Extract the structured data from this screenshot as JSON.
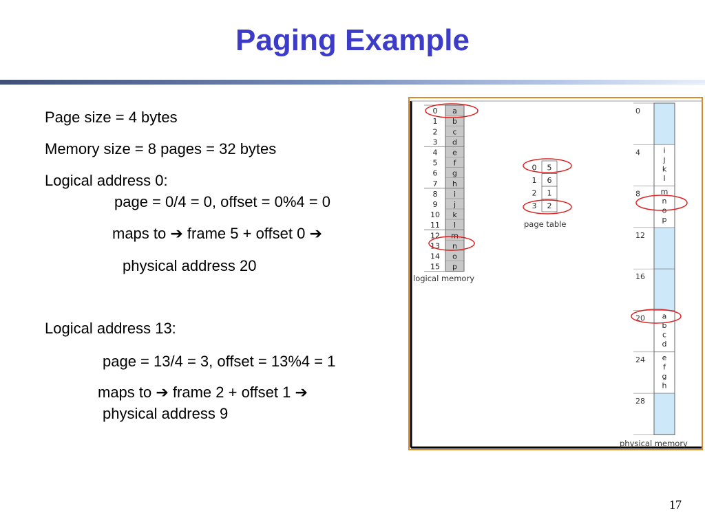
{
  "slide": {
    "title": "Paging Example",
    "page_number": "17",
    "lines": [
      "Page size = 4 bytes",
      "Memory size = 8 pages = 32 bytes",
      "Logical address 0:",
      "page = 0/4 = 0,  offset = 0%4 = 0",
      "maps to ➔ frame 5 + offset 0 ➔",
      "physical address 20",
      "Logical address 13:",
      "page = 13/4 = 3,  offset = 13%4 = 1",
      "maps to ➔ frame 2 + offset 1 ➔",
      "physical address 9"
    ]
  },
  "figure": {
    "logical_memory": {
      "label": "logical memory",
      "addresses": [
        "0",
        "1",
        "2",
        "3",
        "4",
        "5",
        "6",
        "7",
        "8",
        "9",
        "10",
        "11",
        "12",
        "13",
        "14",
        "15"
      ],
      "contents": [
        "a",
        "b",
        "c",
        "d",
        "e",
        "f",
        "g",
        "h",
        "i",
        "j",
        "k",
        "l",
        "m",
        "n",
        "o",
        "p"
      ]
    },
    "page_table": {
      "label": "page table",
      "pages": [
        "0",
        "1",
        "2",
        "3"
      ],
      "frames": [
        "5",
        "6",
        "1",
        "2"
      ]
    },
    "physical_memory": {
      "label": "physical memory",
      "frame_addresses": [
        "0",
        "4",
        "8",
        "12",
        "16",
        "20",
        "24",
        "28"
      ],
      "frame_contents": [
        [
          "",
          "",
          "",
          ""
        ],
        [
          "i",
          "j",
          "k",
          "l"
        ],
        [
          "m",
          "n",
          "o",
          "p"
        ],
        [
          "",
          "",
          "",
          ""
        ],
        [
          "",
          "",
          "",
          ""
        ],
        [
          "a",
          "b",
          "c",
          "d"
        ],
        [
          "e",
          "f",
          "g",
          "h"
        ],
        [
          "",
          "",
          "",
          ""
        ]
      ]
    },
    "colors": {
      "logical_cell_fill": "#c8c8c8",
      "physical_empty_fill": "#cce8f9",
      "highlight_circle": "#e02020",
      "frame_border": "#d98a2b"
    }
  }
}
